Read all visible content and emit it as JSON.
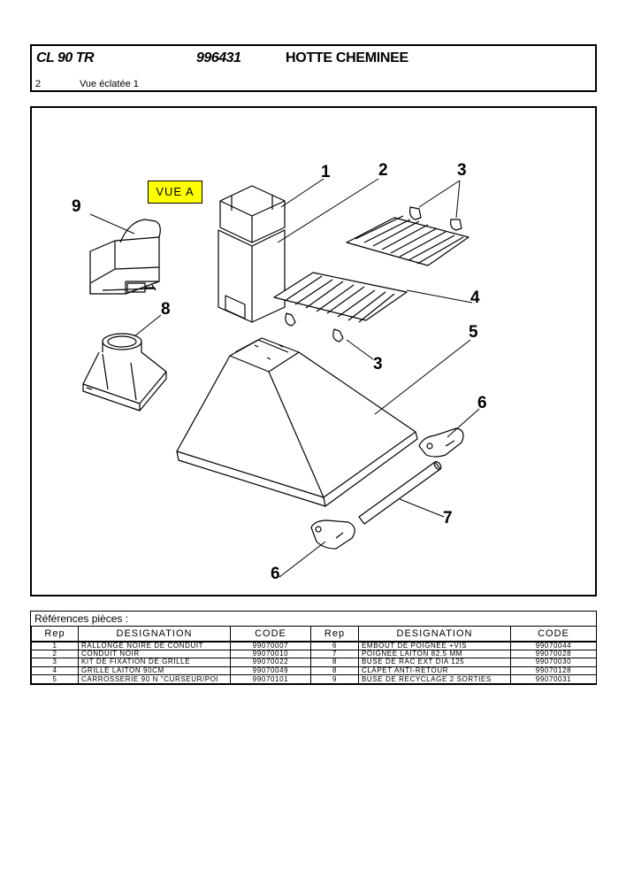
{
  "header": {
    "model": "CL 90 TR",
    "code": "996431",
    "name": "HOTTE CHEMINEE",
    "page": "2",
    "view_title": "Vue éclatée 1"
  },
  "drawing": {
    "view_label": "VUE A",
    "callouts": [
      "1",
      "2",
      "3",
      "9",
      "4",
      "8",
      "5",
      "3",
      "6",
      "7",
      "6"
    ]
  },
  "parts": {
    "title": "Références pièces  :",
    "headers": [
      "Rep",
      "DESIGNATION",
      "CODE",
      "Rep",
      "DESIGNATION",
      "CODE"
    ],
    "rows": [
      [
        "1",
        "RALLONGE NOIRE DE CONDUIT",
        "99070007",
        "6",
        "EMBOUT DE POIGNEE +VIS",
        "99070044"
      ],
      [
        "2",
        "CONDUIT NOIR",
        "99070010",
        "7",
        "POIGNEE LAITON 82.5 MM",
        "99070028"
      ],
      [
        "3",
        "KIT DE FIXATION DE GRILLE",
        "99070022",
        "8",
        "BUSE DE RAC EXT DIA 125",
        "99070030"
      ],
      [
        "4",
        "GRILLE LAITON 90CM",
        "99070049",
        "8",
        "CLAPET ANTI-RETOUR",
        "99070128"
      ],
      [
        "5",
        "CARROSSERIE 90 N \"CURSEUR/POI",
        "99070101",
        "9",
        "BUSE DE RECYCLAGE 2 SORTIES",
        "99070031"
      ]
    ]
  }
}
